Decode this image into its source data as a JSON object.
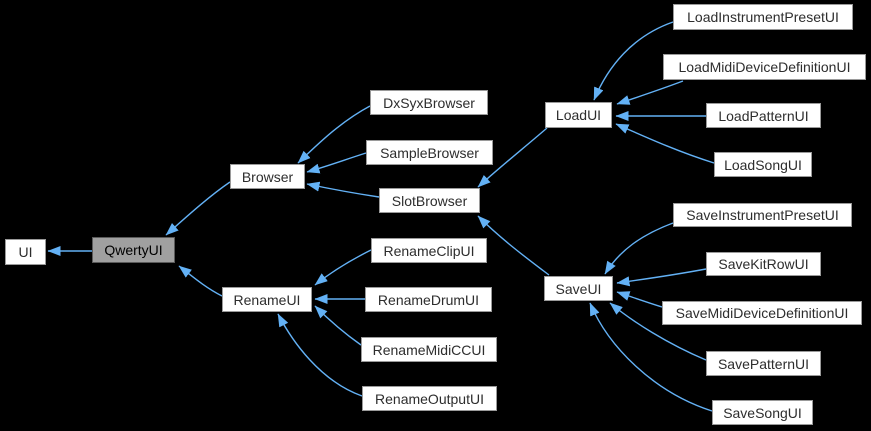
{
  "diagram": {
    "type": "class-inheritance-graph",
    "highlighted_node": "QwertyUI",
    "colors": {
      "background": "#000000",
      "edge_color": "#63b1f5",
      "node_fill": "#ffffff",
      "node_border": "#9a9a9a",
      "node_text": "#2d2d2d",
      "highlight_fill": "#a0a0a0",
      "highlight_border": "#5a5a5a",
      "highlight_text": "#000000"
    },
    "nodes": [
      {
        "id": "ui",
        "label": "UI"
      },
      {
        "id": "qwertyui",
        "label": "QwertyUI"
      },
      {
        "id": "browser",
        "label": "Browser"
      },
      {
        "id": "renameui",
        "label": "RenameUI"
      },
      {
        "id": "dxsyxbrowser",
        "label": "DxSyxBrowser"
      },
      {
        "id": "samplebrowser",
        "label": "SampleBrowser"
      },
      {
        "id": "slotbrowser",
        "label": "SlotBrowser"
      },
      {
        "id": "renameclipui",
        "label": "RenameClipUI"
      },
      {
        "id": "renamedrumui",
        "label": "RenameDrumUI"
      },
      {
        "id": "renamemidiccui",
        "label": "RenameMidiCCUI"
      },
      {
        "id": "renameoutputui",
        "label": "RenameOutputUI"
      },
      {
        "id": "loadui",
        "label": "LoadUI"
      },
      {
        "id": "saveui",
        "label": "SaveUI"
      },
      {
        "id": "loadinstrumentpresetui",
        "label": "LoadInstrumentPresetUI"
      },
      {
        "id": "loadmididevicedefinitionui",
        "label": "LoadMidiDeviceDefinitionUI"
      },
      {
        "id": "loadpatternui",
        "label": "LoadPatternUI"
      },
      {
        "id": "loadsongui",
        "label": "LoadSongUI"
      },
      {
        "id": "saveinstrumentpresetui",
        "label": "SaveInstrumentPresetUI"
      },
      {
        "id": "savekitrowui",
        "label": "SaveKitRowUI"
      },
      {
        "id": "savemididevicedefinitionui",
        "label": "SaveMidiDeviceDefinitionUI"
      },
      {
        "id": "savepatternui",
        "label": "SavePatternUI"
      },
      {
        "id": "savesongui",
        "label": "SaveSongUI"
      }
    ],
    "edges": [
      {
        "from": "QwertyUI",
        "to": "UI"
      },
      {
        "from": "Browser",
        "to": "QwertyUI"
      },
      {
        "from": "RenameUI",
        "to": "QwertyUI"
      },
      {
        "from": "DxSyxBrowser",
        "to": "Browser"
      },
      {
        "from": "SampleBrowser",
        "to": "Browser"
      },
      {
        "from": "SlotBrowser",
        "to": "Browser"
      },
      {
        "from": "LoadUI",
        "to": "SlotBrowser"
      },
      {
        "from": "SaveUI",
        "to": "SlotBrowser"
      },
      {
        "from": "LoadInstrumentPresetUI",
        "to": "LoadUI"
      },
      {
        "from": "LoadMidiDeviceDefinitionUI",
        "to": "LoadUI"
      },
      {
        "from": "LoadPatternUI",
        "to": "LoadUI"
      },
      {
        "from": "LoadSongUI",
        "to": "LoadUI"
      },
      {
        "from": "SaveInstrumentPresetUI",
        "to": "SaveUI"
      },
      {
        "from": "SaveKitRowUI",
        "to": "SaveUI"
      },
      {
        "from": "SaveMidiDeviceDefinitionUI",
        "to": "SaveUI"
      },
      {
        "from": "SavePatternUI",
        "to": "SaveUI"
      },
      {
        "from": "SaveSongUI",
        "to": "SaveUI"
      },
      {
        "from": "RenameClipUI",
        "to": "RenameUI"
      },
      {
        "from": "RenameDrumUI",
        "to": "RenameUI"
      },
      {
        "from": "RenameMidiCCUI",
        "to": "RenameUI"
      },
      {
        "from": "RenameOutputUI",
        "to": "RenameUI"
      }
    ]
  }
}
